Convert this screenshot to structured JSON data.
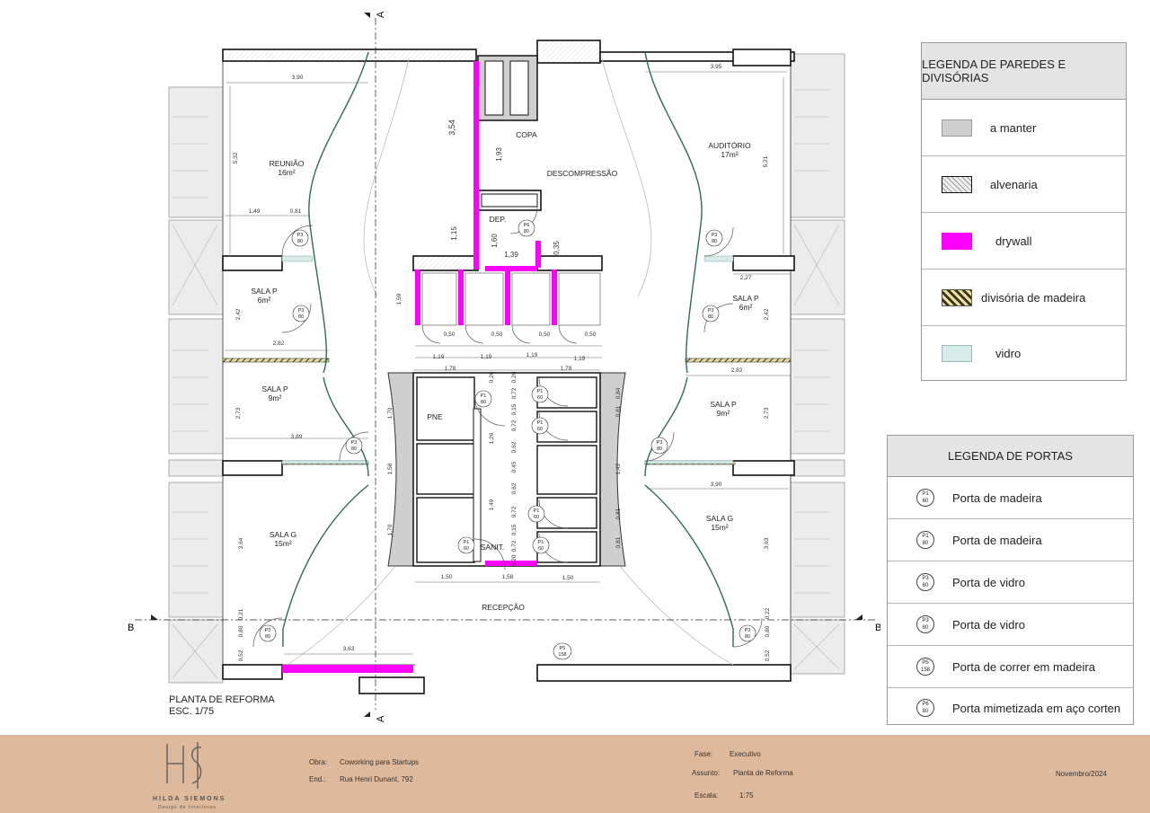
{
  "plan_title": "PLANTA DE REFORMA",
  "plan_scale": "ESC. 1/75",
  "section_markers": {
    "a": "A",
    "b": "B"
  },
  "rooms": {
    "reuniao": {
      "name": "REUNIÃO",
      "area": "16m²"
    },
    "auditorio": {
      "name": "AUDITÓRIO",
      "area": "17m²"
    },
    "copa": "COPA",
    "descompressao": "DESCOMPRESSÃO",
    "dep": "DEP.",
    "sala_p6_left": {
      "name": "SALA P",
      "area": "6m²"
    },
    "sala_p6_right": {
      "name": "SALA P",
      "area": "6m²"
    },
    "sala_p9_left": {
      "name": "SALA P",
      "area": "9m²"
    },
    "sala_p9_right": {
      "name": "SALA P",
      "area": "9m²"
    },
    "sala_g_left": {
      "name": "SALA G",
      "area": "15m²"
    },
    "sala_g_right": {
      "name": "SALA G",
      "area": "15m²"
    },
    "pne": "PNE",
    "sanit": "SANIT.",
    "recepcao": "RECEPÇÃO"
  },
  "dims": {
    "d390": "3,90",
    "d395": "3,95",
    "d532": "5,32",
    "d521": "5,21",
    "d149": "1,49",
    "d081": "0,81",
    "d354": "3,54",
    "d193": "1,93",
    "d115": "1,15",
    "d160": "1,60",
    "d035": "0,35",
    "d139": "1,39",
    "d227": "2,27",
    "d242": "2,42",
    "d159": "1,59",
    "d050": "0,50",
    "d119": "1,19",
    "d282": "2,82",
    "d178": "1,78",
    "d020": "0,20",
    "d072": "0,72",
    "d015": "0,15",
    "d170": "1,70",
    "d126": "1,26",
    "d062": "0,62",
    "d045": "0,45",
    "d273": "2,73",
    "d389": "3,89",
    "d158": "1,58",
    "d142": "1,42",
    "d364": "3,64",
    "d363": "3,63",
    "d149b": "1,49",
    "d150": "1,50",
    "d021": "0,21",
    "d080": "0,80",
    "d052": "0,52",
    "d022": "0,22",
    "d084": "0,84",
    "d081b": "0,81"
  },
  "door_tags": {
    "p3_80": {
      "type": "P3",
      "width": "80"
    },
    "p1_80": {
      "type": "P1",
      "width": "80"
    },
    "p1_60": {
      "type": "P1",
      "width": "60"
    },
    "p6_80": {
      "type": "P6",
      "width": "80"
    },
    "p5_158": {
      "type": "P5",
      "width": "158"
    }
  },
  "wall_legend": {
    "title": "LEGENDA DE PAREDES E DIVISÓRIAS",
    "items": [
      {
        "label": "a manter",
        "color": "#cfcfcf"
      },
      {
        "label": "alvenaria",
        "color": "#e9e9e9"
      },
      {
        "label": "drywall",
        "color": "#ff00ff"
      },
      {
        "label": "divisória de madeira",
        "color": "#6b6234"
      },
      {
        "label": "vidro",
        "color": "#d7ece8"
      }
    ]
  },
  "door_legend": {
    "title": "LEGENDA DE PORTAS",
    "items": [
      {
        "type": "P1",
        "width": "60",
        "label": "Porta de madeira"
      },
      {
        "type": "P1",
        "width": "80",
        "label": "Porta de madeira"
      },
      {
        "type": "P3",
        "width": "60",
        "label": "Porta de vidro"
      },
      {
        "type": "P3",
        "width": "80",
        "label": "Porta de vidro"
      },
      {
        "type": "P5",
        "width": "158",
        "label": "Porta de correr em madeira"
      },
      {
        "type": "P6",
        "width": "80",
        "label": "Porta mimetizada em aço corten"
      }
    ]
  },
  "footer": {
    "brand_initials": "HS",
    "brand_name": "HILDA SIEMONS",
    "brand_tagline": "Design de Interiores",
    "obra_label": "Obra:",
    "obra_value": "Coworking para Startups",
    "end_label": "End.:",
    "end_value": "Rua Henri Dunant, 792",
    "fase_label": "Fase:",
    "fase_value": "Executivo",
    "assunto_label": "Assunto:",
    "assunto_value": "Planta de Reforma",
    "escala_label": "Escala:",
    "escala_value": "1:75",
    "date": "Novembro/2024"
  },
  "colors": {
    "drywall": "#ff00ff",
    "glass": "#d7ece8",
    "kept": "#cfcfcf",
    "curve": "#2f6b4f",
    "footer_bg": "#dfb99b"
  }
}
